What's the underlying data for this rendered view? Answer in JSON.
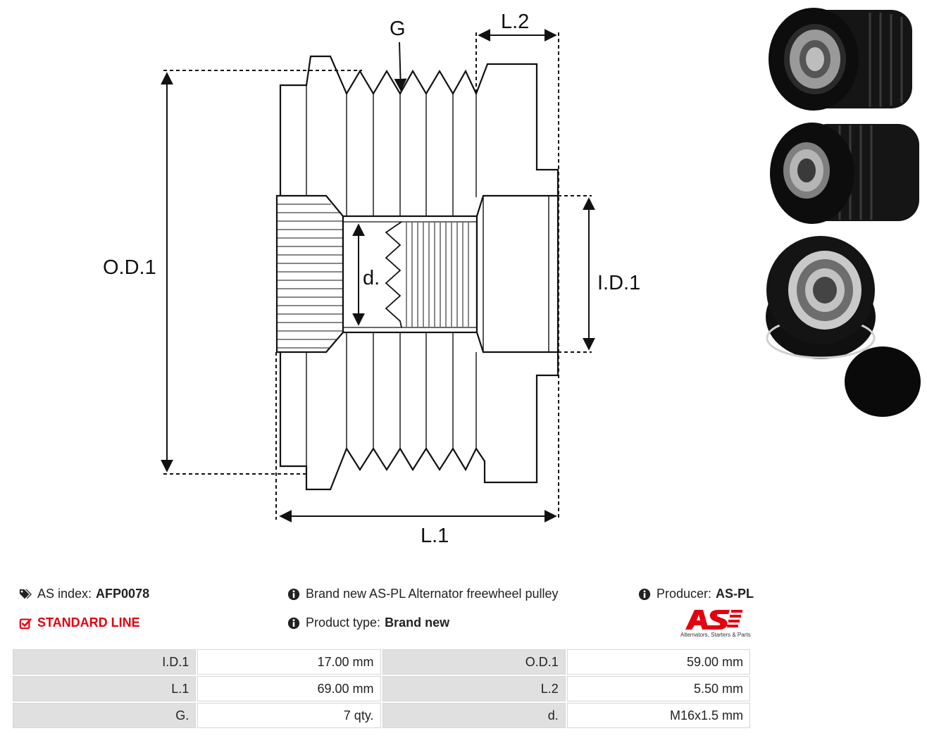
{
  "drawing": {
    "labels": {
      "g": "G",
      "l2": "L.2",
      "od1": "O.D.1",
      "id1": "I.D.1",
      "d": "d.",
      "l1": "L.1"
    }
  },
  "info": {
    "as_index_label": "AS index:",
    "as_index_value": "AFP0078",
    "standard_line": "STANDARD LINE",
    "description": "Brand new AS-PL Alternator freewheel pulley",
    "product_type_label": "Product type:",
    "product_type_value": "Brand new",
    "producer_label": "Producer:",
    "producer_value": "AS-PL"
  },
  "logo": {
    "mark": "AS",
    "tagline": "Alternators, Starters & Parts"
  },
  "specs": {
    "rows": [
      {
        "k1": "I.D.1",
        "v1": "17.00 mm",
        "k2": "O.D.1",
        "v2": "59.00 mm"
      },
      {
        "k1": "L.1",
        "v1": "69.00 mm",
        "k2": "L.2",
        "v2": "5.50 mm"
      },
      {
        "k1": "G.",
        "v1": "7 qty.",
        "k2": "d.",
        "v2": "M16x1.5 mm"
      }
    ]
  },
  "colors": {
    "accent": "#e3000f",
    "table_key_bg": "#e0e0e0",
    "line": "#111111"
  },
  "icons": [
    "tags-icon",
    "check-square-icon",
    "info-circle-icon"
  ]
}
